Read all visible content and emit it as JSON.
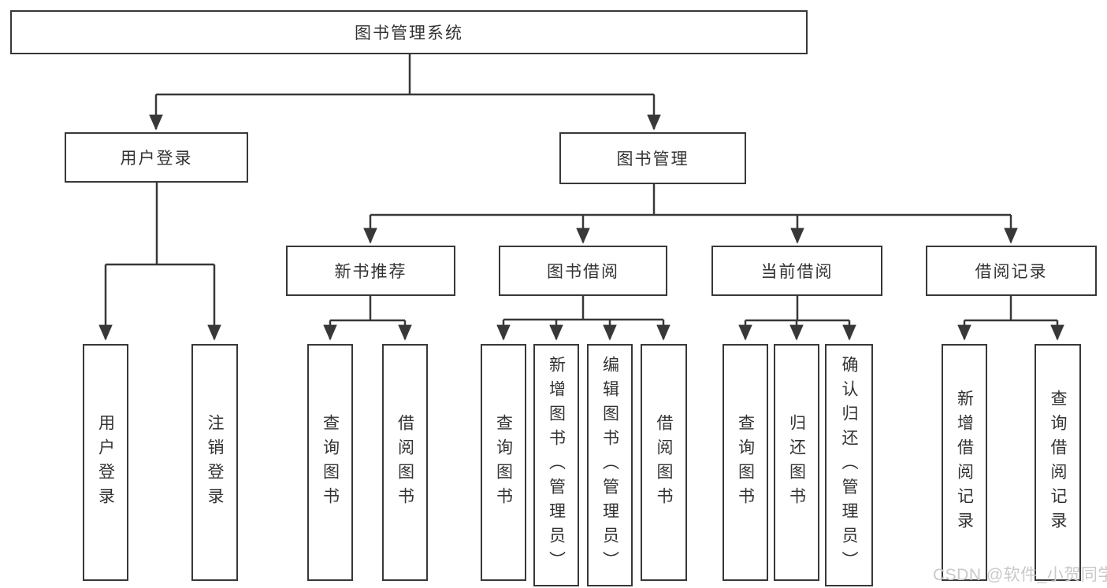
{
  "diagram": {
    "root": {
      "label": "图书管理系统"
    },
    "branches": [
      {
        "label": "用户登录",
        "children": [
          {
            "label": "用户登录"
          },
          {
            "label": "注销登录"
          }
        ]
      },
      {
        "label": "图书管理",
        "children": [
          {
            "label": "新书推荐",
            "children": [
              {
                "label": "查询图书"
              },
              {
                "label": "借阅图书"
              }
            ]
          },
          {
            "label": "图书借阅",
            "children": [
              {
                "label": "查询图书"
              },
              {
                "label": "新增图书（管理员）"
              },
              {
                "label": "编辑图书（管理员）"
              },
              {
                "label": "借阅图书"
              }
            ]
          },
          {
            "label": "当前借阅",
            "children": [
              {
                "label": "查询图书"
              },
              {
                "label": "归还图书"
              },
              {
                "label": "确认归还（管理员）"
              }
            ]
          },
          {
            "label": "借阅记录",
            "children": [
              {
                "label": "新增借阅记录"
              },
              {
                "label": "查询借阅记录"
              }
            ]
          }
        ]
      }
    ]
  },
  "watermark": {
    "text": "CSDN @软件_小贺同学"
  },
  "colors": {
    "line": "#383838",
    "border": "#383838",
    "text": "#333333",
    "watermark": "#c9c9c9",
    "background": "#ffffff"
  }
}
